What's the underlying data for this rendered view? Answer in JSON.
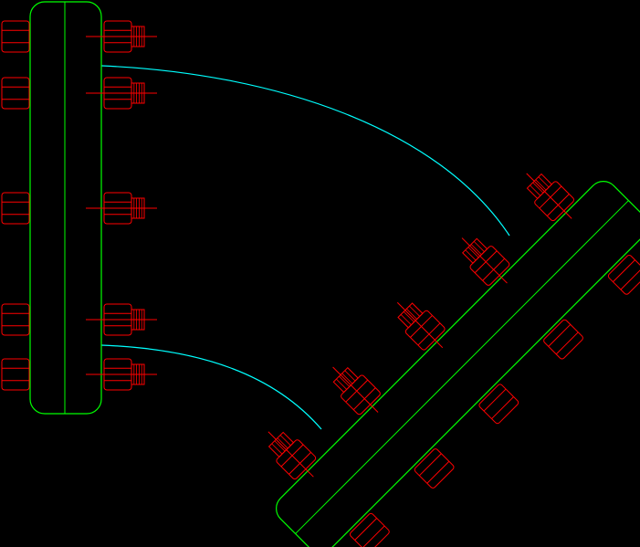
{
  "drawing": {
    "background": "#000000",
    "colors": {
      "flange_outline": "#00ff00",
      "bolts": "#ff0000",
      "pipe_body": "#00ffff"
    },
    "flanges": [
      {
        "id": "left-flange",
        "bolt_count": 10
      },
      {
        "id": "right-flange",
        "bolt_count": 10
      }
    ],
    "pipe": {
      "segments": 2
    }
  }
}
